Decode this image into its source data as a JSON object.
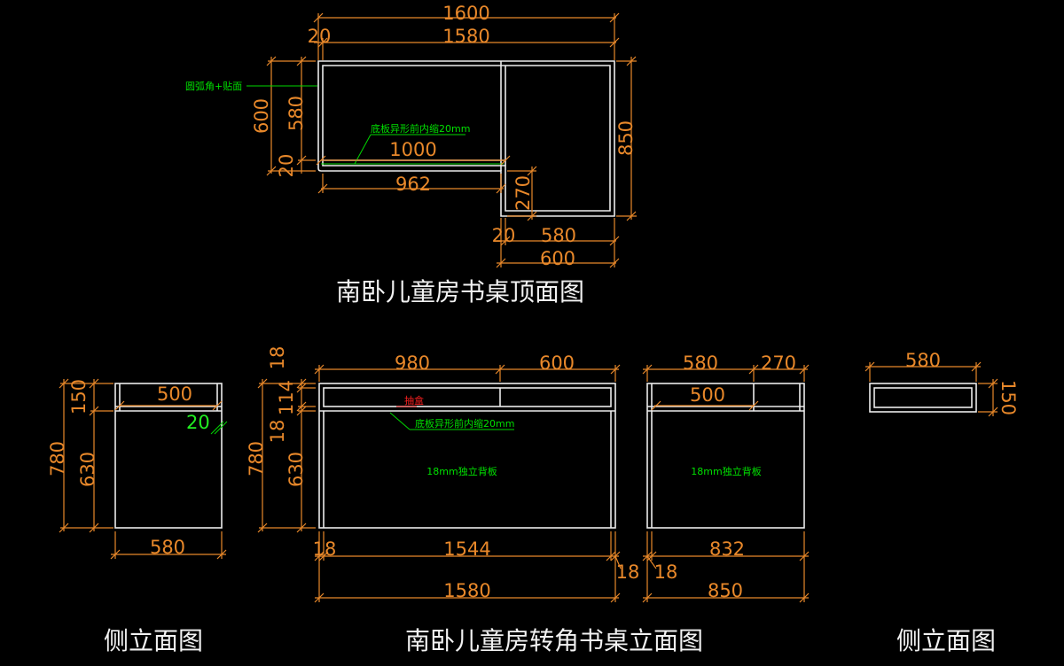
{
  "titles": {
    "plan": "南卧儿童房书桌顶面图",
    "elevation_main": "南卧儿童房转角书桌立面图",
    "side_left": "侧立面图",
    "side_right": "侧立面图"
  },
  "notes": {
    "round_corner": "圆弧角+贴面",
    "plan_bottom_board": "底板异形前内缩20mm",
    "elev_bottom_board": "底板异形前内缩20mm",
    "drawer": "抽盒",
    "back_panel_main": "18mm独立背板",
    "back_panel_side": "18mm独立背板"
  },
  "plan_dims": {
    "top_overall": "1600",
    "top_left_offset": "20",
    "top_inner": "1580",
    "left_outer": "600",
    "left_inner": "580",
    "left_small": "20",
    "inner_1000": "1000",
    "inner_962": "962",
    "right_850": "850",
    "right_270": "270",
    "bottom_20": "20",
    "bottom_580": "580",
    "bottom_600": "600"
  },
  "side_left_dims": {
    "height_total": "780",
    "top_150": "150",
    "lower_630": "630",
    "drawer_500": "500",
    "offset_20": "20",
    "width_580": "580"
  },
  "elev_main_dims": {
    "top_980": "980",
    "top_600": "600",
    "left_18_top": "18",
    "left_114": "114",
    "left_18_mid": "18",
    "left_780": "780",
    "left_630": "630",
    "bottom_18_left": "18",
    "bottom_1544": "1544",
    "bottom_18_right": "18",
    "bottom_1580": "1580"
  },
  "elev_right_dims": {
    "top_580": "580",
    "top_270": "270",
    "drawer_500": "500",
    "bottom_18": "18",
    "bottom_832": "832",
    "bottom_850": "850"
  },
  "side_right_dims": {
    "top_580": "580",
    "right_150": "150"
  }
}
